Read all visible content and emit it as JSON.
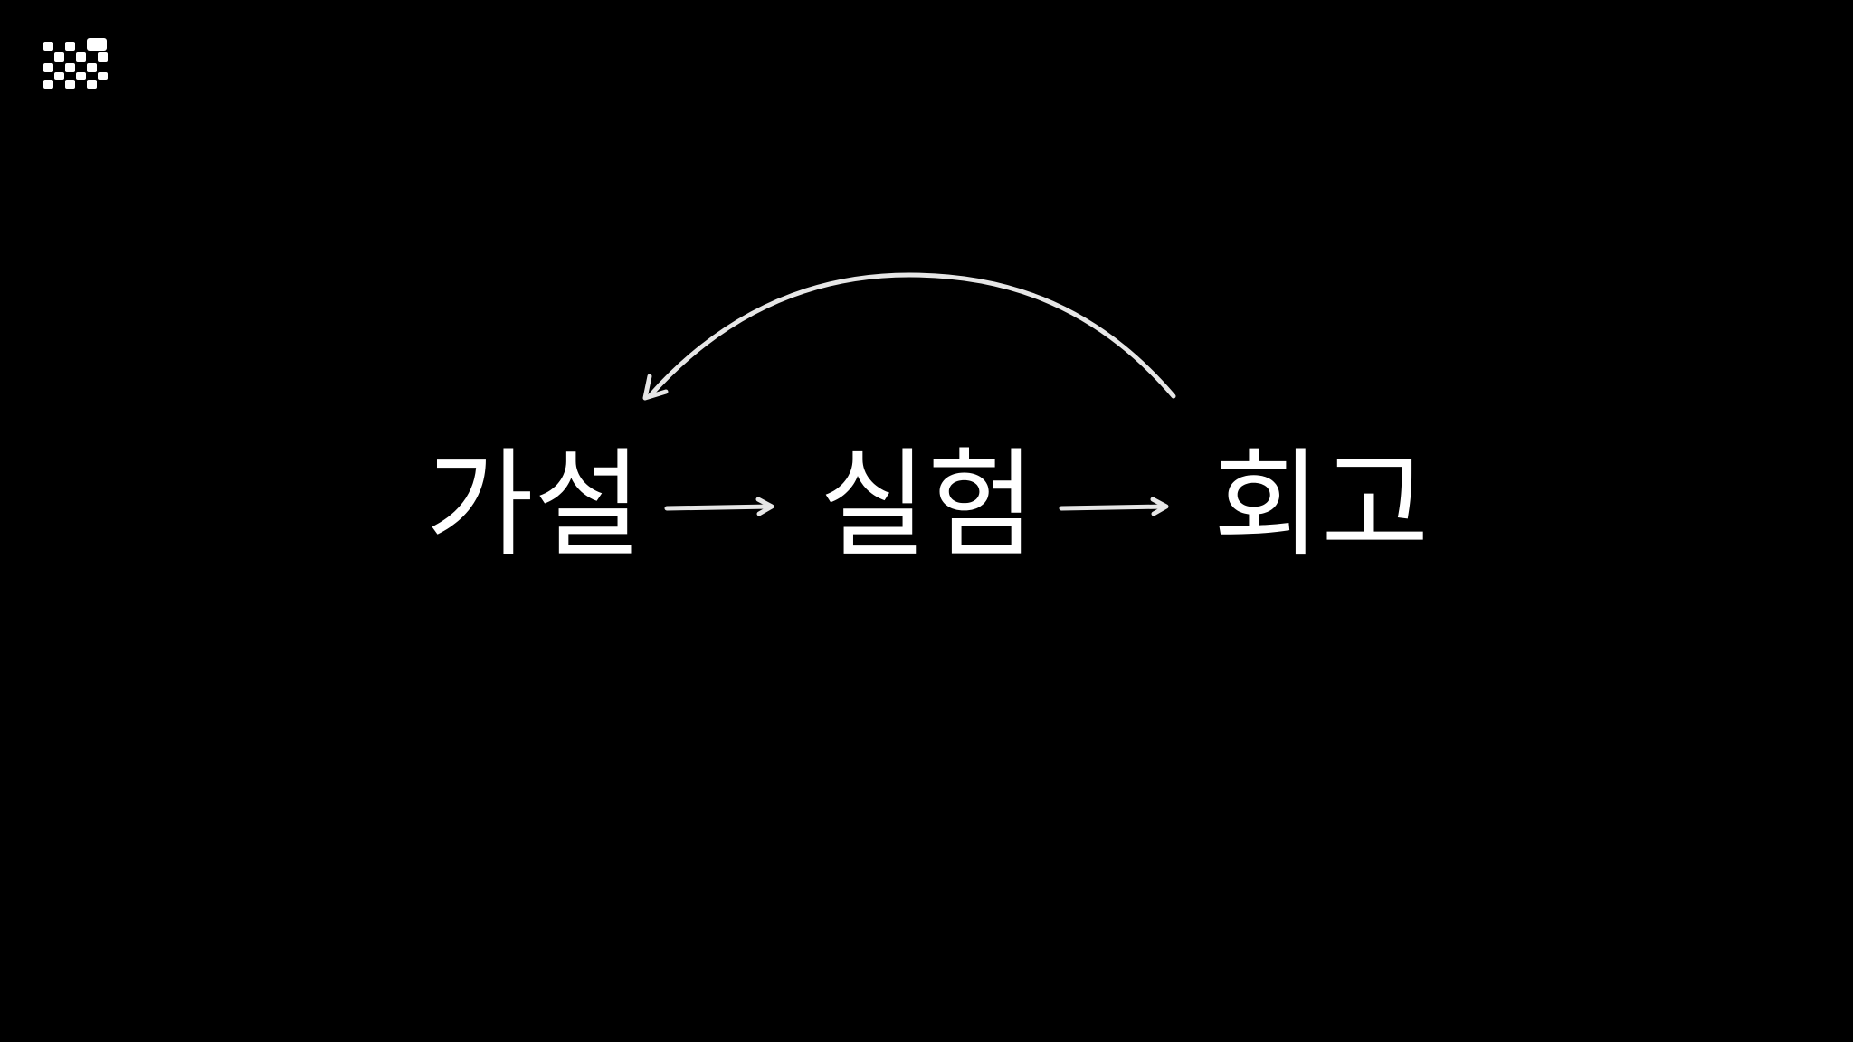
{
  "logo": {
    "icon": "checkerboard-logo-icon",
    "color": "#ffffff"
  },
  "diagram": {
    "background": "#000000",
    "foreground": "#ffffff",
    "arrow_color": "#e6e6e6",
    "steps": [
      {
        "label": "가설"
      },
      {
        "label": "실험"
      },
      {
        "label": "회고"
      }
    ],
    "flow": [
      {
        "from": "가설",
        "to": "실험",
        "kind": "forward-arrow"
      },
      {
        "from": "실험",
        "to": "회고",
        "kind": "forward-arrow"
      },
      {
        "from": "회고",
        "to": "가설",
        "kind": "feedback-loop-arrow"
      }
    ]
  }
}
